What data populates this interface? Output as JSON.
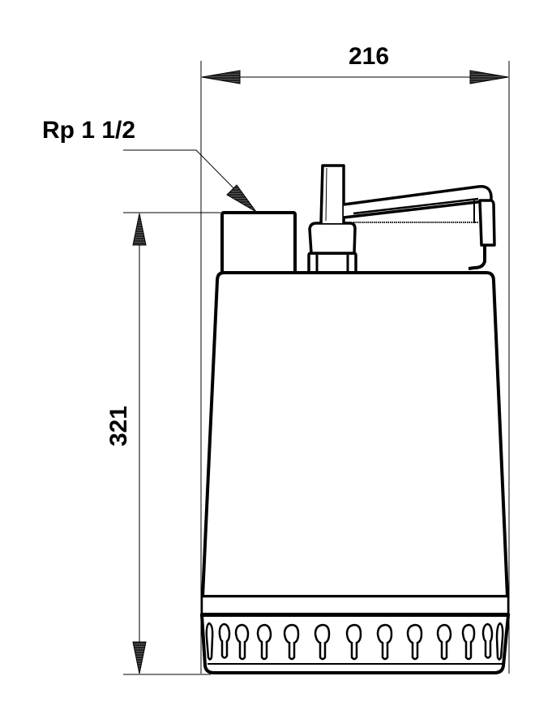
{
  "drawing": {
    "type": "pump dimensional drawing (front view)",
    "background_color": "#ffffff",
    "line_color": "#000000"
  },
  "dimensions": {
    "width": {
      "label": "216",
      "orientation": "horizontal"
    },
    "height": {
      "label": "321",
      "orientation": "vertical"
    },
    "outlet": {
      "label": "Rp 1 1/2",
      "orientation": "leader"
    }
  },
  "parts": {
    "outlet": "discharge outlet",
    "switch": "float switch",
    "body": "pump housing",
    "strainer": "inlet strainer",
    "strainer_slot_count": 13
  }
}
